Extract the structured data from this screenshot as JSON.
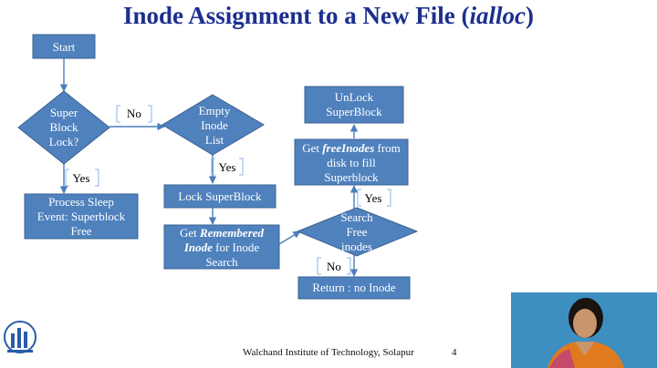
{
  "slide": {
    "title_prefix": "Inode Assignment to a New File (",
    "title_italic": "ialloc",
    "title_suffix": ")",
    "footer": "Walchand Institute of Technology, Solapur",
    "page_number": "4"
  },
  "flowchart": {
    "start": "Start",
    "decision_superblock": [
      "Super",
      "Block",
      "Lock?"
    ],
    "decision_empty": [
      "Empty",
      "Inode",
      "List"
    ],
    "process_sleep": [
      "Process Sleep",
      "Event: Superblock",
      "Free"
    ],
    "lock_superblock": "Lock SuperBlock",
    "get_remembered": {
      "line1_prefix": "Get ",
      "line1_italic": "Remembered",
      "line2_italic": "Inode",
      "line2_suffix": " for Inode",
      "line3": "Search"
    },
    "decision_search": [
      "Search",
      "Free",
      "inodes"
    ],
    "return_no_inode": "Return : no Inode",
    "get_free": {
      "line1_prefix": "Get ",
      "line1_italic": "freeInodes",
      "line1_suffix": " from",
      "line2": "disk to fill",
      "line3": "Superblock"
    },
    "unlock_superblock": [
      "UnLock",
      "SuperBlock"
    ],
    "labels": {
      "no_top": "No",
      "yes_left": "Yes",
      "yes_middle": "Yes",
      "yes_right": "Yes",
      "no_bottom": "No"
    }
  },
  "colors": {
    "title": "#1c2f8f",
    "node_fill": "#4f81bd",
    "node_stroke": "#3b6392",
    "arrow": "#4a7ebb",
    "bracket": "#8eb4e3"
  }
}
